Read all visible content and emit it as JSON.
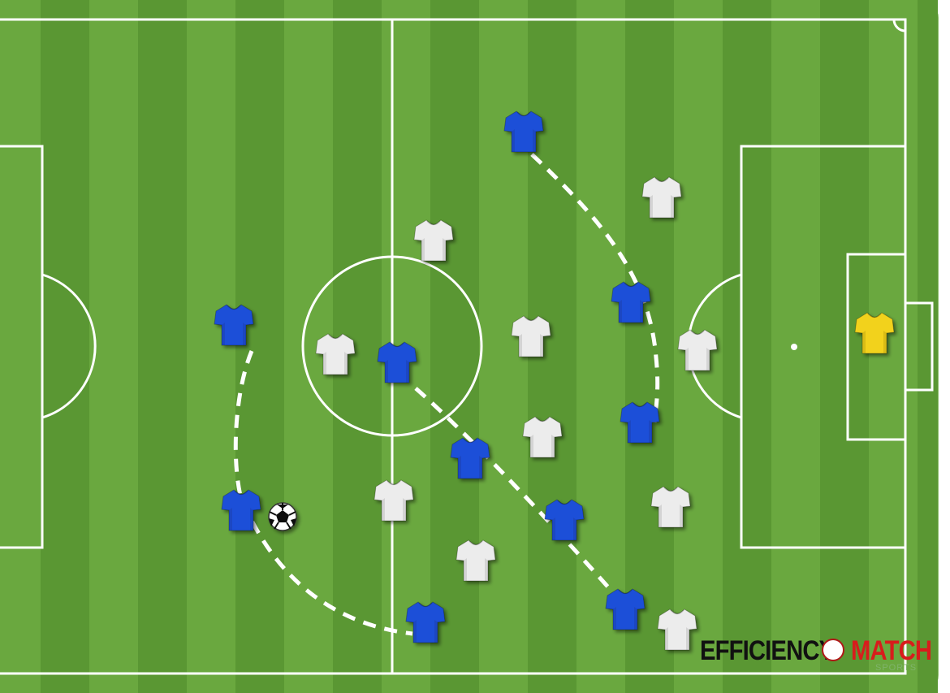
{
  "colors": {
    "grass_light": "#6aa83f",
    "grass_dark": "#5a9733",
    "lines": "#ffffff",
    "home_team": "#1e4fd8",
    "away_team": "#ececec",
    "goalkeeper": "#f2d21a",
    "brand_dark": "#111111",
    "brand_red": "#d81c1c",
    "frame": "#8dbd6e"
  },
  "icons": {
    "home_jersey": "blue-shirt-icon",
    "away_jersey": "white-shirt-icon",
    "keeper_jersey": "yellow-shirt-icon",
    "ball": "football-icon",
    "brand_ball": "football-logo-icon"
  },
  "brand": {
    "left": "EFFICIENCY",
    "right": "MATCH",
    "sub": "SPORTS"
  }
}
